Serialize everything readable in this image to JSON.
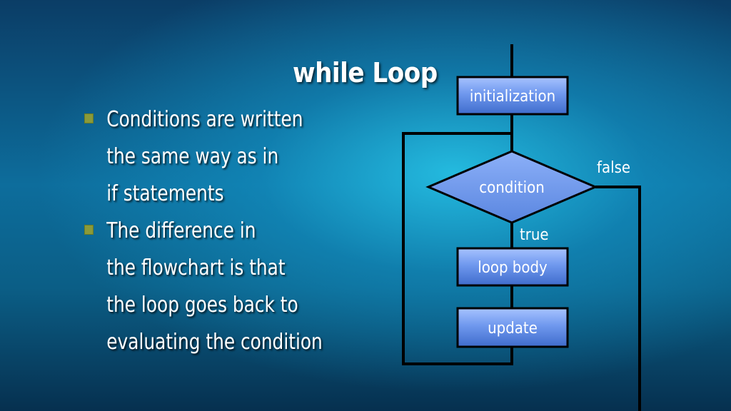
{
  "slide": {
    "title": "while Loop",
    "bullets": [
      {
        "lines": [
          "Conditions are written",
          "the same way as in",
          "if statements"
        ]
      },
      {
        "lines": [
          "The difference in",
          "the flowchart is that",
          "the loop goes back to",
          "evaluating the condition"
        ]
      }
    ]
  },
  "diagram": {
    "nodes": {
      "initialization": "initialization",
      "condition": "condition",
      "loop_body": "loop body",
      "update": "update"
    },
    "edges": {
      "true_label": "true",
      "false_label": "false"
    }
  },
  "colors": {
    "box_fill_top": "#8fb4ff",
    "box_fill_bottom": "#4b79d8",
    "diamond_fill": "#6f9bef",
    "stroke": "#000000",
    "bullet_mark": "#8a9a3a"
  }
}
